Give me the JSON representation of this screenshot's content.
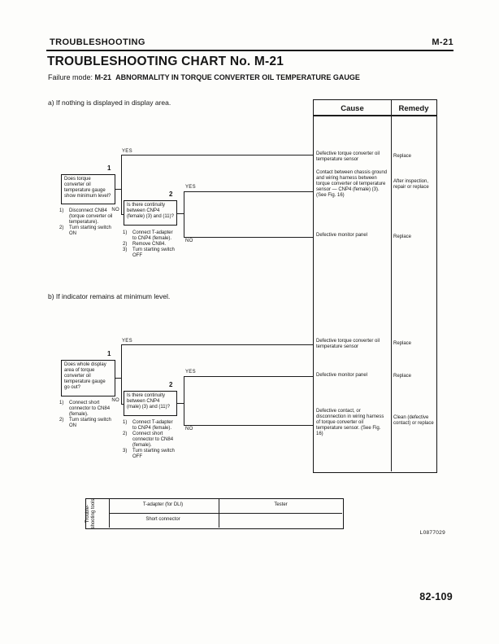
{
  "doc": {
    "running_header_left": "TROUBLESHOOTING",
    "running_header_right": "M-21",
    "title": "TROUBLESHOOTING CHART No. M-21",
    "failure_mode_label": "Failure mode:",
    "failure_mode_code": "M-21",
    "failure_mode_text": "ABNORMALITY IN TORQUE CONVERTER OIL TEMPERATURE GAUGE",
    "figure_code": "L0877029",
    "page_number": "82-109"
  },
  "cause_remedy_table": {
    "cause_header": "Cause",
    "remedy_header": "Remedy"
  },
  "section_a": {
    "heading": "a) If nothing is displayed in display area.",
    "flow": {
      "box1": {
        "label": "1",
        "question": "Does torque converter oil temperature gauge show minimum level?",
        "yes": "YES",
        "no": "NO",
        "steps": [
          {
            "n": "1)",
            "text": "Disconnect CN84 (torque converter oil temperature)."
          },
          {
            "n": "2)",
            "text": "Turn starting switch ON"
          }
        ]
      },
      "box2": {
        "label": "2",
        "question": "Is there continuity between CNP4 (female) (3) and (11)?",
        "yes": "YES",
        "no": "NO",
        "steps": [
          {
            "n": "1)",
            "text": "Connect T-adapter to CNP4 (female)."
          },
          {
            "n": "2)",
            "text": "Remove CN84."
          },
          {
            "n": "3)",
            "text": "Turn starting switch OFF"
          }
        ]
      }
    },
    "rows": [
      {
        "cause": "Defective torque converter oil temperature sensor",
        "remedy": "Replace"
      },
      {
        "cause": "Contact between chassis ground and wiring harness between torque converter oil temperature sensor — CNP4 (female) (3). (See Fig. 16)",
        "remedy": "After inspection, repair or replace"
      },
      {
        "cause": "Defective monitor panel",
        "remedy": "Replace"
      }
    ]
  },
  "section_b": {
    "heading": "b) If indicator remains at minimum level.",
    "flow": {
      "box1": {
        "label": "1",
        "question": "Does whole display area of torque converter oil temperature gauge go out?",
        "yes": "YES",
        "no": "NO",
        "steps": [
          {
            "n": "1)",
            "text": "Connect short connector to CN84 (female)."
          },
          {
            "n": "2)",
            "text": "Turn starting switch ON"
          }
        ]
      },
      "box2": {
        "label": "2",
        "question": "Is there continuity between CNP4 (male) (3) and (11)?",
        "yes": "YES",
        "no": "NO",
        "steps": [
          {
            "n": "1)",
            "text": "Connect T-adapter to CNP4 (female)."
          },
          {
            "n": "2)",
            "text": "Connect short connector to CN84 (female)."
          },
          {
            "n": "3)",
            "text": "Turn starting switch OFF"
          }
        ]
      }
    },
    "rows": [
      {
        "cause": "Defective torque converter oil temperature sensor",
        "remedy": "Replace"
      },
      {
        "cause": "Defective monitor panel",
        "remedy": "Replace"
      },
      {
        "cause": "Defective contact, or disconnection in wiring harness of torque converter oil temperature sensor. (See Fig. 16)",
        "remedy": "Clean (defective contact) or replace"
      }
    ]
  },
  "tools_table": {
    "row_label": "Trouble-shooting tools",
    "rows": [
      {
        "tool": "T-adapter (for DLI)",
        "value": "Tester"
      },
      {
        "tool": "Short connector",
        "value": ""
      }
    ]
  }
}
